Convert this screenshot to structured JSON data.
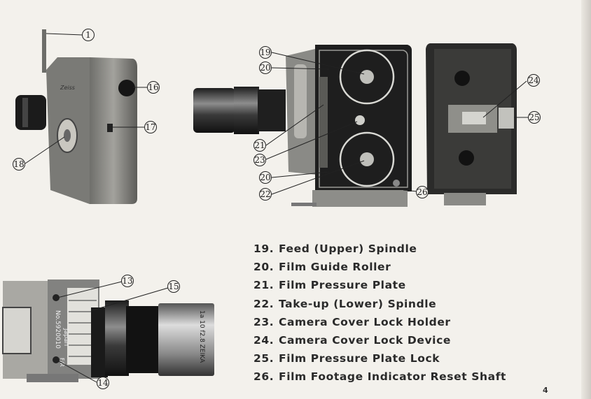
{
  "callouts": {
    "c1": "1",
    "c13": "13",
    "c14": "14",
    "c15": "15",
    "c16": "16",
    "c17": "17",
    "c18": "18",
    "c19": "19",
    "c20a": "20",
    "c20b": "20",
    "c21": "21",
    "c22": "22",
    "c23": "23",
    "c24": "24",
    "c25": "25",
    "c26": "26"
  },
  "photo_text": {
    "serial_plate": "No.5920010",
    "origin": "Japan",
    "lens_marking": "1a 10 f2.8 ZEIKA",
    "fr_marking": "F/R"
  },
  "legend": [
    {
      "num": "19.",
      "label": "Feed (Upper) Spindle"
    },
    {
      "num": "20.",
      "label": "Film Guide Roller"
    },
    {
      "num": "21.",
      "label": "Film Pressure Plate"
    },
    {
      "num": "22.",
      "label": "Take-up (Lower) Spindle"
    },
    {
      "num": "23.",
      "label": "Camera Cover Lock Holder"
    },
    {
      "num": "24.",
      "label": "Camera Cover Lock Device"
    },
    {
      "num": "25.",
      "label": "Film Pressure Plate Lock"
    },
    {
      "num": "26.",
      "label": "Film Footage Indicator Reset Shaft"
    }
  ],
  "page_number": "4"
}
